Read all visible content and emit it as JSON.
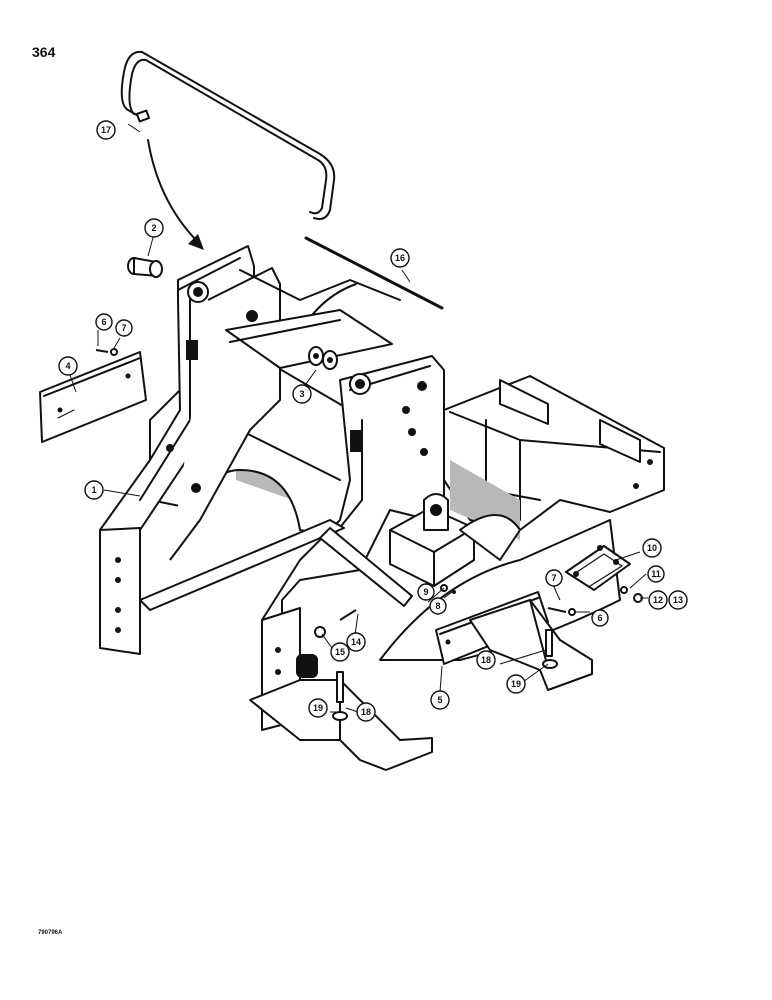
{
  "page": {
    "number": "364",
    "figure_code": "790796A"
  },
  "callouts": [
    {
      "id": "callout-1",
      "label": "1",
      "part": "main-frame"
    },
    {
      "id": "callout-2",
      "label": "2",
      "part": "bushing"
    },
    {
      "id": "callout-3",
      "label": "3",
      "part": "bushing-pair"
    },
    {
      "id": "callout-4",
      "label": "4",
      "part": "side-plate-left"
    },
    {
      "id": "callout-5",
      "label": "5",
      "part": "side-plate-right"
    },
    {
      "id": "callout-6a",
      "label": "6",
      "part": "bolt-left"
    },
    {
      "id": "callout-7a",
      "label": "7",
      "part": "washer-left"
    },
    {
      "id": "callout-6b",
      "label": "6",
      "part": "bolt-right"
    },
    {
      "id": "callout-7b",
      "label": "7",
      "part": "washer-right"
    },
    {
      "id": "callout-8",
      "label": "8",
      "part": "nut"
    },
    {
      "id": "callout-9",
      "label": "9",
      "part": "washer"
    },
    {
      "id": "callout-10",
      "label": "10",
      "part": "mount-plate"
    },
    {
      "id": "callout-11",
      "label": "11",
      "part": "washer"
    },
    {
      "id": "callout-12-13",
      "label": "12",
      "label_b": "13",
      "part": "bolt-and-washer"
    },
    {
      "id": "callout-14",
      "label": "14",
      "part": "bolt"
    },
    {
      "id": "callout-15",
      "label": "15",
      "part": "washer"
    },
    {
      "id": "callout-16",
      "label": "16",
      "part": "rod"
    },
    {
      "id": "callout-17",
      "label": "17",
      "part": "handle-bar"
    },
    {
      "id": "callout-18a",
      "label": "18",
      "part": "bolt-left-foot"
    },
    {
      "id": "callout-19a",
      "label": "19",
      "part": "bushing-left-foot"
    },
    {
      "id": "callout-18b",
      "label": "18",
      "part": "bolt-right-foot"
    },
    {
      "id": "callout-19b",
      "label": "19",
      "part": "bushing-right-foot"
    }
  ],
  "colors": {
    "ink": "#111111",
    "paper": "#ffffff",
    "shade": "#b8b8b8"
  }
}
